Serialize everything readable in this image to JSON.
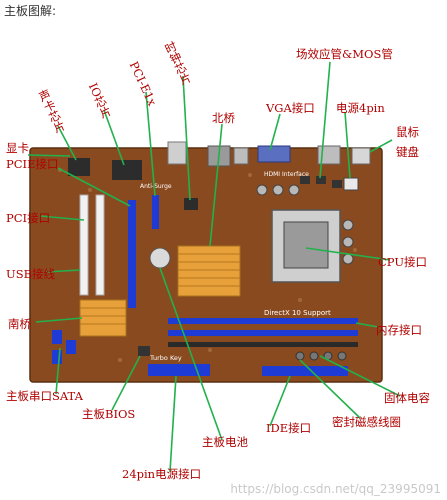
{
  "header": "主板图解:",
  "board": {
    "direct_x_text": "DirectX 10 Support",
    "turbo_text": "Turbo Key",
    "hdmi_text": "HDMI Interface",
    "surge_text": "Anti-Surge"
  },
  "labels": {
    "fet_mos": "场效应管&MOS管",
    "clock_chip": "时钟芯片",
    "pci_e_x1": "PCI-E1x",
    "io_chip": "IO芯片",
    "sound_chip": "声卡芯片",
    "vga": "VGA接口",
    "power4": "电源4pin",
    "mouse_kb": "鼠标\n键盘",
    "northbridge": "北桥",
    "gpu_card": "显卡",
    "pcie": "PCIE接口",
    "pci": "PCI接口",
    "usb": "USB接线",
    "southbridge": "南桥",
    "cpu": "CPU接口",
    "memory": "内存接口",
    "sata": "主板串口SATA",
    "bios": "主板BIOS",
    "battery": "主板电池",
    "ide": "IDE接口",
    "solid_cap": "固体电容",
    "sealed_coil": "密封磁感线圈",
    "power24": "24pin电源接口"
  },
  "watermark": "https://blog.csdn.net/qq_23995091",
  "colors": {
    "board": "#8a4a1f",
    "label": "#b00000",
    "pointer": "#22b14c",
    "slot_blue": "#1f3bd6"
  }
}
